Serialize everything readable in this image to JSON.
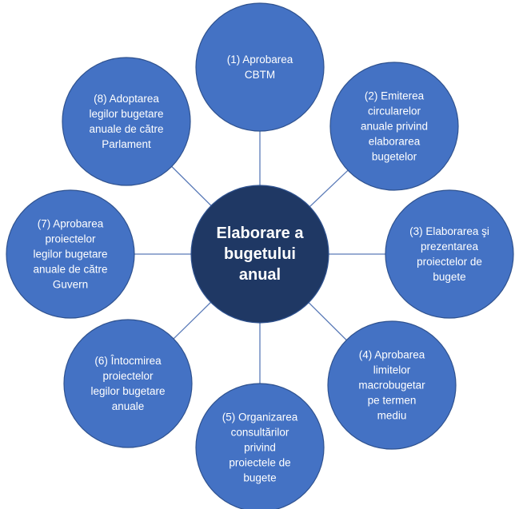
{
  "diagram": {
    "center": {
      "lines": [
        "Elaborare a",
        "bugetului",
        "anual"
      ]
    },
    "nodes": [
      {
        "id": "step-1",
        "lines": [
          "(1) Aprobarea",
          "CBTM"
        ]
      },
      {
        "id": "step-2",
        "lines": [
          "(2) Emiterea",
          "circularelor",
          "anuale privind",
          "elaborarea",
          "bugetelor"
        ]
      },
      {
        "id": "step-3",
        "lines": [
          "(3) Elaborarea şi",
          "prezentarea",
          "proiectelor de",
          "bugete"
        ]
      },
      {
        "id": "step-4",
        "lines": [
          "(4) Aprobarea",
          "limitelor",
          "macrobugetar",
          "pe termen",
          "mediu"
        ]
      },
      {
        "id": "step-5",
        "lines": [
          "(5) Organizarea",
          "consultărilor",
          "privind",
          "proiectele de",
          "bugete"
        ]
      },
      {
        "id": "step-6",
        "lines": [
          "(6) Întocmirea",
          "proiectelor",
          "legilor bugetare",
          "anuale"
        ]
      },
      {
        "id": "step-7",
        "lines": [
          "(7) Aprobarea",
          "proiectelor",
          "legilor bugetare",
          "anuale de către",
          "Guvern"
        ]
      },
      {
        "id": "step-8",
        "lines": [
          "(8) Adoptarea",
          "legilor bugetare",
          "anuale de către",
          "Parlament"
        ]
      }
    ],
    "colors": {
      "node_fill": "#4472c4",
      "center_fill": "#1f3864",
      "connector": "#5b7bb8",
      "text": "#ffffff"
    }
  }
}
